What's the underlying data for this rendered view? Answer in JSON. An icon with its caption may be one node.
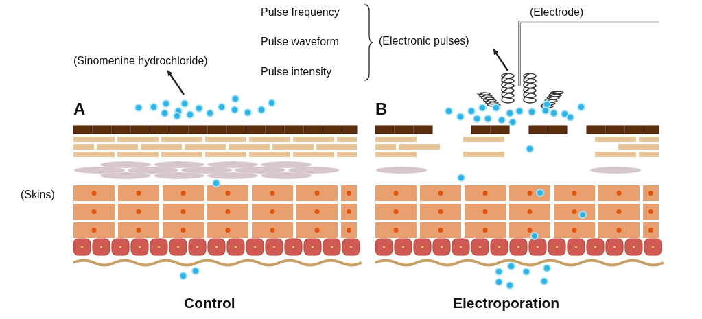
{
  "diagram": {
    "nodes": [
      {
        "text": [
          "(Sinomenine hydrochloride)"
        ]
      },
      {
        "text": [],
        "shape": "picture"
      },
      {
        "text": [
          "(Electronic pulses)"
        ]
      },
      {
        "text": [],
        "shape": "picture"
      }
    ],
    "edges": [
      {
        "from": 1,
        "to": 0,
        "arrow": "to"
      },
      {
        "from": 3,
        "to": 2,
        "arrow": "to"
      }
    ],
    "labels": [
      "Pulse frequency",
      "Pulse waveform",
      "Pulse intensity",
      "(Electrode)",
      "A",
      "B",
      "(Skins)",
      "Control",
      "Electroporation"
    ]
  }
}
